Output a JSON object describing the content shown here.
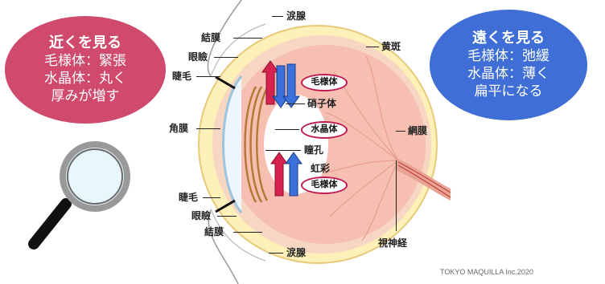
{
  "near_box": {
    "title": "近くを見る",
    "line1": "毛様体：緊張",
    "line2": "水晶体：丸く",
    "line3": "厚みが増す",
    "color": "#cf4a6c"
  },
  "far_box": {
    "title": "遠くを見る",
    "line1": "毛様体：弛緩",
    "line2": "水晶体：薄く",
    "line3": "扁平になる",
    "color": "#3f6fd6"
  },
  "labels": {
    "tear_gland_top": "涙腺",
    "conjunctiva_top": "結膜",
    "eyelid_top": "眼瞼",
    "eyelash_top": "睫毛",
    "macula": "黄斑",
    "ciliary_top": "毛様体",
    "vitreous": "硝子体",
    "cornea": "角膜",
    "lens": "水晶体",
    "retina": "網膜",
    "pupil": "瞳孔",
    "iris": "虹彩",
    "ciliary_bottom": "毛様体",
    "eyelash_bottom": "睫毛",
    "eyelid_bottom": "眼瞼",
    "conjunctiva_bottom": "結膜",
    "optic_nerve": "視神経",
    "tear_gland_bottom": "涙腺"
  },
  "credit": "TOKYO MAQUILLA Inc.2020",
  "icons": {
    "magnifier": "magnifying-glass-icon",
    "arrows_top": "up-down-arrows-icon",
    "arrows_bottom": "up-down-arrows-icon"
  },
  "colors": {
    "eyeball_fill": "#f7c2b4",
    "sclera": "#fdf0b8",
    "arrow_red": "#d6224f",
    "arrow_blue": "#3b6fd9"
  }
}
